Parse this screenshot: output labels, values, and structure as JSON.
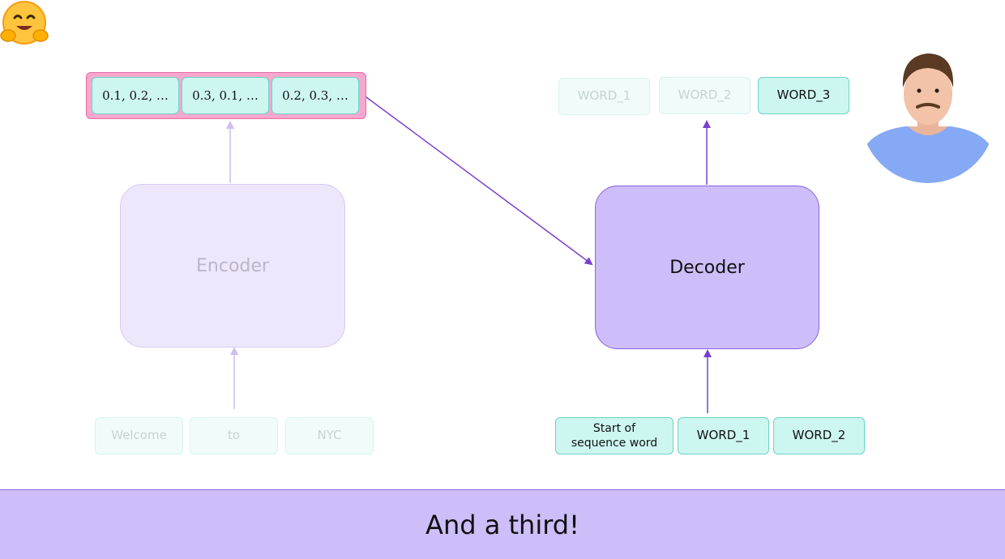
{
  "logo": {
    "icon": "hugging-face-emoji",
    "glyph": "🤗"
  },
  "encoder": {
    "label": "Encoder",
    "inputs": [
      "Welcome",
      "to",
      "NYC"
    ],
    "output_vectors": [
      "0.1, 0.2, …",
      "0.3, 0.1, …",
      "0.2, 0.3, …"
    ]
  },
  "decoder": {
    "label": "Decoder",
    "inputs": [
      "Start of\nsequence word",
      "WORD_1",
      "WORD_2"
    ],
    "outputs": [
      "WORD_1",
      "WORD_2",
      "WORD_3"
    ]
  },
  "presenter": {
    "icon": "presenter-webcam"
  },
  "caption": "And a third!",
  "colors": {
    "encoder_fill": "#ede7fc",
    "decoder_fill": "#cdbdf8",
    "decoder_border": "#8a62e0",
    "arrow": "#7a3fd0",
    "token_fill": "#cdf6f1",
    "token_border": "#6bd3c4",
    "vector_container": "#f7a8cf",
    "caption_bar": "#cdbdf8"
  }
}
